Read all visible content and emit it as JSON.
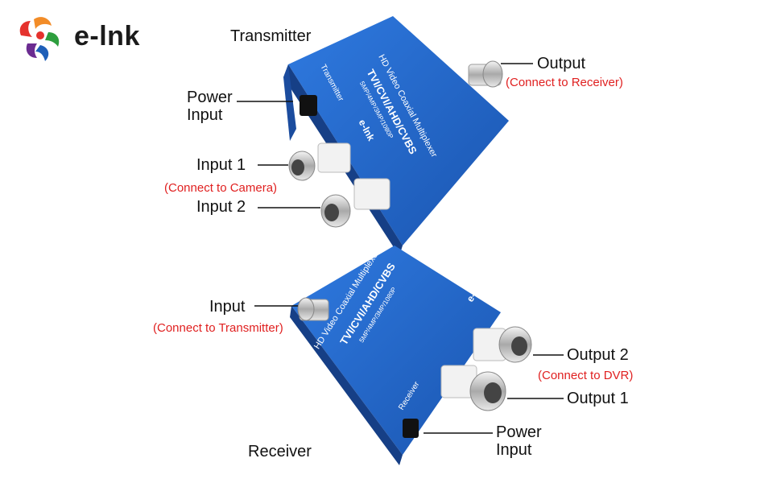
{
  "brand": {
    "name": "e-lnk",
    "colors": {
      "orange": "#f28c28",
      "red": "#e5322d",
      "green": "#2e9e3e",
      "blue": "#1f5fb8",
      "purple": "#6b2c91"
    }
  },
  "accent_color": "#e02020",
  "device_color": "#1f66c9",
  "transmitter": {
    "title": "Transmitter",
    "device_text": {
      "line1": "HD Video Coaxial Multiplexer",
      "line2": "TVI/CVI/AHD/CVBS",
      "line3": "5MP/4MP/3MP/1080P",
      "role": "Transmitter",
      "logo": "e-lnk"
    },
    "labels": {
      "power": [
        "Power",
        "Input"
      ],
      "input1": "Input 1",
      "input1_note": "(Connect to Camera)",
      "input2": "Input 2",
      "output": "Output",
      "output_note": "(Connect to Receiver)"
    }
  },
  "receiver": {
    "title": "Receiver",
    "device_text": {
      "line1": "HD Video Coaxial Multiplexer",
      "line2": "TVI/CVI/AHD/CVBS",
      "line3": "5MP/4MP/3MP/1080P",
      "role": "Receiver",
      "logo": "e-lnk"
    },
    "labels": {
      "input": "Input",
      "input_note": "(Connect to Transmitter)",
      "output2": "Output 2",
      "output2_note": "(Connect to DVR)",
      "output1": "Output 1",
      "power": [
        "Power",
        "Input"
      ]
    }
  }
}
